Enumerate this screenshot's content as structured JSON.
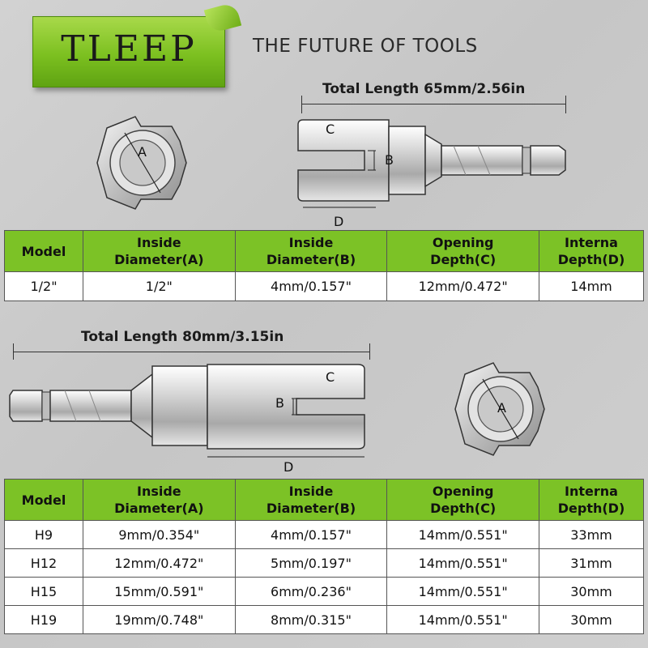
{
  "brand": {
    "name": "TLEEP",
    "tagline": "THE FUTURE OF TOOLS",
    "colors": {
      "banner_green": "#7cc020",
      "header_green": "#7cc226"
    }
  },
  "product1": {
    "total_length": "Total Length 65mm/2.56in",
    "labels": {
      "a": "A",
      "b": "B",
      "c": "C",
      "d": "D"
    }
  },
  "table1": {
    "headers": {
      "model": "Model",
      "a_line1": "Inside",
      "a_line2": "Diameter(A)",
      "b_line1": "Inside",
      "b_line2": "Diameter(B)",
      "c_line1": "Opening",
      "c_line2": "Depth(C)",
      "d_line1": "Interna",
      "d_line2": "Depth(D)"
    },
    "rows": [
      [
        "1/2\"",
        "1/2\"",
        "4mm/0.157\"",
        "12mm/0.472\"",
        "14mm"
      ]
    ]
  },
  "product2": {
    "total_length": "Total Length 80mm/3.15in",
    "labels": {
      "a": "A",
      "b": "B",
      "c": "C",
      "d": "D"
    }
  },
  "table2": {
    "headers": {
      "model": "Model",
      "a_line1": "Inside",
      "a_line2": "Diameter(A)",
      "b_line1": "Inside",
      "b_line2": "Diameter(B)",
      "c_line1": "Opening",
      "c_line2": "Depth(C)",
      "d_line1": "Interna",
      "d_line2": "Depth(D)"
    },
    "rows": [
      [
        "H9",
        "9mm/0.354\"",
        "4mm/0.157\"",
        "14mm/0.551\"",
        "33mm"
      ],
      [
        "H12",
        "12mm/0.472\"",
        "5mm/0.197\"",
        "14mm/0.551\"",
        "31mm"
      ],
      [
        "H15",
        "15mm/0.591\"",
        "6mm/0.236\"",
        "14mm/0.551\"",
        "30mm"
      ],
      [
        "H19",
        "19mm/0.748\"",
        "8mm/0.315\"",
        "14mm/0.551\"",
        "30mm"
      ]
    ]
  }
}
